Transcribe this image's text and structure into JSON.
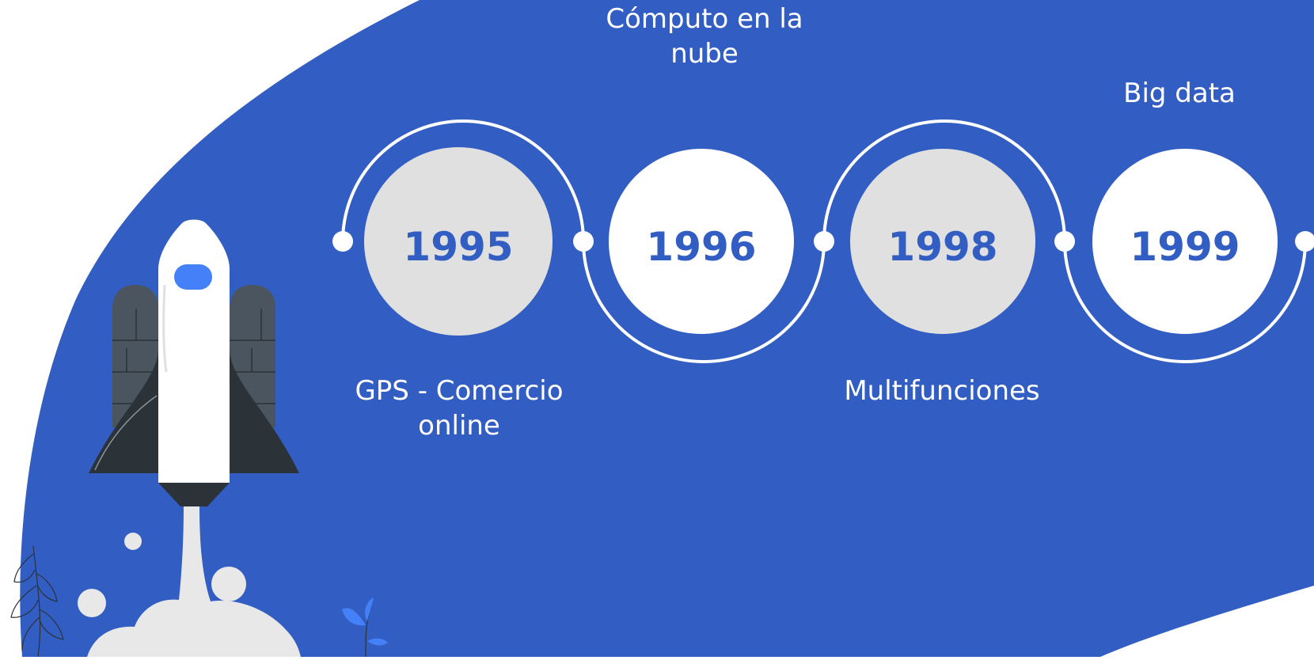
{
  "colors": {
    "background_blue": "#325DC2",
    "page_white": "#FFFFFF",
    "circle_gray": "#E0E0E0",
    "circle_white": "#FFFFFF",
    "year_text": "#325DC2",
    "label_text": "#FFFFFF",
    "rocket_window": "#4480F7",
    "booster_dark": "#4B5560",
    "fin_dark": "#2B3238",
    "plant_blue": "#4480F7"
  },
  "timeline": [
    {
      "year": "1995",
      "label": "GPS -  Comercio\nonline",
      "fill": "gray",
      "label_position": "below"
    },
    {
      "year": "1996",
      "label": "Cómputo en la\nnube",
      "fill": "white",
      "label_position": "above"
    },
    {
      "year": "1998",
      "label": "Multifunciones",
      "fill": "gray",
      "label_position": "below"
    },
    {
      "year": "1999",
      "label": "Big data",
      "fill": "white",
      "label_position": "above"
    }
  ],
  "icons": {
    "rocket": "rocket-icon",
    "leaf": "leaf-outline-icon",
    "plant": "plant-sprout-icon",
    "smoke": "smoke-cloud-icon"
  }
}
